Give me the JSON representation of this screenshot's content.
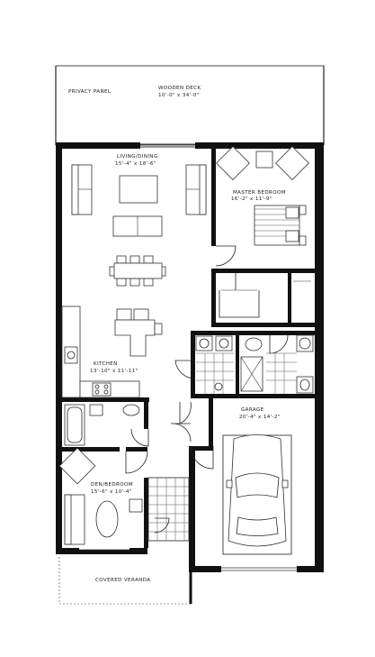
{
  "plan": {
    "rooms": [
      {
        "id": "deck",
        "name": "WOODEN DECK",
        "dims": "10'-0\" x 34'-0\""
      },
      {
        "id": "privacy",
        "name": "PRIVACY PANEL"
      },
      {
        "id": "living",
        "name": "LIVING/DINING",
        "dims": "15'-4\" x 18'-6\""
      },
      {
        "id": "master",
        "name": "MASTER BEDROOM",
        "dims": "16'-2\" x 11'-9\""
      },
      {
        "id": "kitchen",
        "name": "KITCHEN",
        "dims": "13'-10\" x 11'-11\""
      },
      {
        "id": "garage",
        "name": "GARAGE",
        "dims": "20'-4\" x 14'-2\""
      },
      {
        "id": "den",
        "name": "DEN/BEDROOM",
        "dims": "15'-6\" x 10'-4\""
      },
      {
        "id": "veranda",
        "name": "COVERED VERANDA"
      }
    ]
  }
}
